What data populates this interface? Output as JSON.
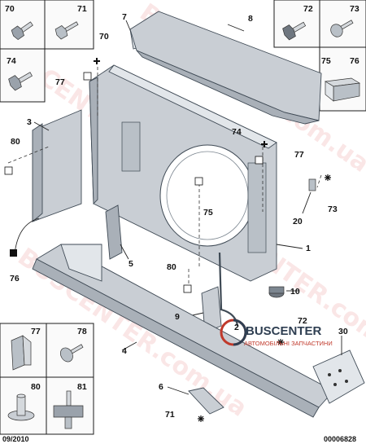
{
  "callouts": {
    "c70": "70",
    "c71": "71",
    "c72": "72",
    "c73": "73",
    "c74": "74",
    "c75": "75",
    "c76": "76",
    "c77": "77",
    "c78": "78",
    "c80": "80",
    "c81": "81",
    "d7": "7",
    "d8": "8",
    "d70": "70",
    "d77a": "77",
    "d3": "3",
    "d80a": "80",
    "d76": "76",
    "d74": "74",
    "d77b": "77",
    "d75": "75",
    "d20": "20",
    "d73": "73",
    "d5": "5",
    "d1": "1",
    "d80b": "80",
    "d10": "10",
    "d9": "9",
    "d2": "2",
    "d72": "72",
    "d30": "30",
    "d4": "4",
    "d6": "6",
    "d71": "71"
  },
  "brand": {
    "name": "BUSCENTER",
    "tagline": "АВТОМОБІЛЬНІ ЗАПЧАСТИНИ"
  },
  "watermark": {
    "text": "BUSCENTER.com.ua"
  },
  "footer": {
    "date": "09/2010",
    "code": "00006828"
  },
  "colors": {
    "line": "#1c1c1c",
    "part": "#c9ced4",
    "brand_red": "#c0392b",
    "brand_blue": "#2f3f52"
  },
  "icons": [
    "bolt-icon",
    "plus-marker-icon",
    "star-marker-icon",
    "square-marker-icon"
  ]
}
